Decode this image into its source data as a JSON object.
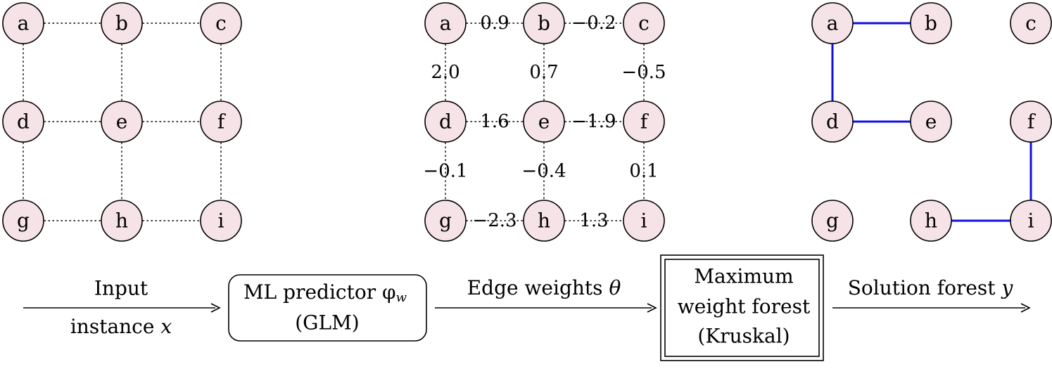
{
  "graphs": {
    "input": {
      "nodes": [
        "a",
        "b",
        "c",
        "d",
        "e",
        "f",
        "g",
        "h",
        "i"
      ]
    },
    "weighted": {
      "nodes": [
        "a",
        "b",
        "c",
        "d",
        "e",
        "f",
        "g",
        "h",
        "i"
      ],
      "edges": [
        {
          "from": "a",
          "to": "b",
          "weight": "0.9"
        },
        {
          "from": "b",
          "to": "c",
          "weight": "−0.2"
        },
        {
          "from": "a",
          "to": "d",
          "weight": "2.0"
        },
        {
          "from": "b",
          "to": "e",
          "weight": "0.7"
        },
        {
          "from": "c",
          "to": "f",
          "weight": "−0.5"
        },
        {
          "from": "d",
          "to": "e",
          "weight": "1.6"
        },
        {
          "from": "e",
          "to": "f",
          "weight": "−1.9"
        },
        {
          "from": "d",
          "to": "g",
          "weight": "−0.1"
        },
        {
          "from": "e",
          "to": "h",
          "weight": "−0.4"
        },
        {
          "from": "f",
          "to": "i",
          "weight": "0.1"
        },
        {
          "from": "g",
          "to": "h",
          "weight": "−2.3"
        },
        {
          "from": "h",
          "to": "i",
          "weight": "1.3"
        }
      ]
    },
    "solution": {
      "nodes": [
        "a",
        "b",
        "c",
        "d",
        "e",
        "f",
        "g",
        "h",
        "i"
      ],
      "edges": [
        {
          "from": "a",
          "to": "b"
        },
        {
          "from": "a",
          "to": "d"
        },
        {
          "from": "d",
          "to": "e"
        },
        {
          "from": "f",
          "to": "i"
        },
        {
          "from": "h",
          "to": "i"
        }
      ],
      "edge_color": "#1010e0"
    }
  },
  "pipeline": {
    "input_label_top": "Input",
    "input_label_bottom": "instance x",
    "predictor_line1": "ML predictor φ",
    "predictor_sub": "w",
    "predictor_line2": "(GLM)",
    "edge_weights_label": "Edge weights θ",
    "solver_line1": "Maximum",
    "solver_line2": "weight forest",
    "solver_line3": "(Kruskal)",
    "output_label": "Solution forest y"
  },
  "colors": {
    "node_fill": "#f6e3e8",
    "solution_edge": "#1010e0"
  }
}
